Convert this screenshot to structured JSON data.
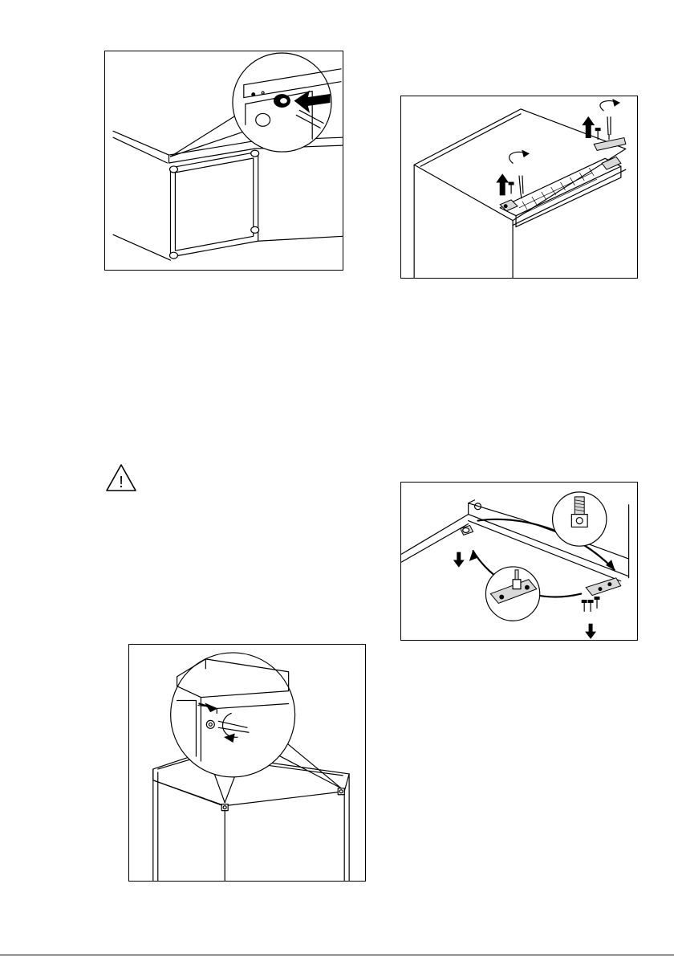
{
  "warning": {
    "icon": "warning-triangle-icon",
    "glyph": "!"
  },
  "figures": [
    {
      "id": "fig-a",
      "icon": "door-hinge-cover-illustration"
    },
    {
      "id": "fig-b",
      "icon": "top-cover-screws-illustration"
    },
    {
      "id": "fig-c",
      "icon": "hinge-bracket-swap-illustration"
    },
    {
      "id": "fig-d",
      "icon": "hinge-screw-removal-illustration"
    }
  ]
}
